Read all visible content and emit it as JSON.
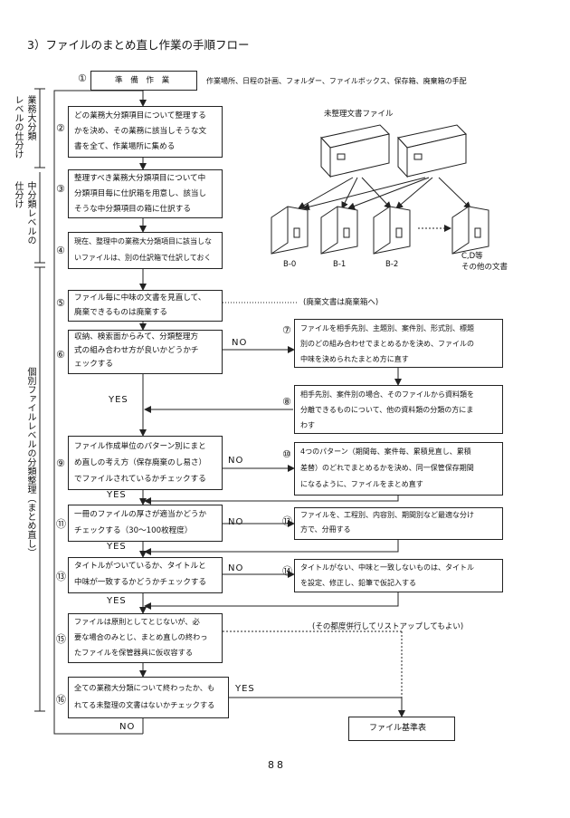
{
  "title": "3）ファイルのまとめ直し作業の手順フロー",
  "side_labels": {
    "major": [
      "業務大分類",
      "レベルの仕分け"
    ],
    "middle": [
      "中分類レベルの",
      "仕分け"
    ],
    "individual": "個別ファイルレベルの分類整理（まとめ直し）"
  },
  "steps": [
    {
      "num": "①",
      "lines": [
        "準　備　作　業"
      ],
      "note": "作業場所、日程の計画、フォルダー、ファイルボックス、保存箱、廃棄箱の手配"
    },
    {
      "num": "②",
      "lines": [
        "どの業務大分類項目について整理する",
        "かを決め、その業務に該当しそうな文",
        "書を全て、作業場所に集める"
      ]
    },
    {
      "num": "③",
      "lines": [
        "整理すべき業務大分類項目について中",
        "分類項目毎に仕訳箱を用意し、該当し",
        "そうな中分類項目の箱に仕訳する"
      ]
    },
    {
      "num": "④",
      "lines": [
        "現在、整理中の業務大分類項目に該当しな",
        "いファイルは、別の仕訳箱で仕訳しておく"
      ]
    },
    {
      "num": "⑤",
      "lines": [
        "ファイル毎に中味の文書を見直して、",
        "廃棄できるものは廃棄する"
      ],
      "note": "(廃棄文書は廃棄箱へ)"
    },
    {
      "num": "⑥",
      "lines": [
        "収納、検索面からみて、分類整理方",
        "式の組み合わせ方が良いかどうかチ",
        "ェックする"
      ]
    },
    {
      "num": "⑦",
      "lines": [
        "ファイルを相手先別、主題別、案件別、形式別、標題",
        "別のどの組み合わせでまとめるかを決め、ファイルの",
        "中味を決められたまとめ方に直す"
      ]
    },
    {
      "num": "⑧",
      "lines": [
        "相手先別、案件別の場合、そのファイルから資料類を",
        "分離できるものについて、他の資料類の分類の方にま",
        "わす"
      ]
    },
    {
      "num": "⑨",
      "lines": [
        "ファイル作成単位のパターン別にまと",
        "め直しの考え方（保存廃棄のし易さ）",
        "でファイルされているかチェックする"
      ]
    },
    {
      "num": "⑩",
      "lines": [
        "4つのパターン（期間毎、案件毎、累積見直し、累積",
        "差替）のどれでまとめるかを決め、同一保管保存期間",
        "になるように、ファイルをまとめ直す"
      ]
    },
    {
      "num": "⑪",
      "lines": [
        "一冊のファイルの厚さが適当かどうか",
        "チェックする（30～100枚程度）"
      ]
    },
    {
      "num": "⑫",
      "lines": [
        "ファイルを、工程別、内容別、期間別など最適な分け",
        "方で、分冊する"
      ]
    },
    {
      "num": "⑬",
      "lines": [
        "タイトルがついているか、タイトルと",
        "中味が一致するかどうかチェックする"
      ]
    },
    {
      "num": "⑭",
      "lines": [
        "タイトルがない、中味と一致しないものは、タイトル",
        "を設定、修正し、鉛筆で仮記入する"
      ]
    },
    {
      "num": "⑮",
      "lines": [
        "ファイルは原則としてとじないが、必",
        "要な場合のみとじ、まとめ直しの終わっ",
        "たファイルを保管器具に仮収容する"
      ],
      "note": "(その都度併行してリストアップしてもよい)"
    },
    {
      "num": "⑯",
      "lines": [
        "全ての業務大分類について終わったか、も",
        "れてる未整理の文書はないかチェックする"
      ]
    }
  ],
  "branches": {
    "no": "NO",
    "yes": "YES"
  },
  "illustration": {
    "caption": "未整理文書ファイル",
    "boxes": [
      "B-0",
      "B-1",
      "B-2"
    ],
    "other_box": [
      "C,D等",
      "その他の文書"
    ]
  },
  "output": "ファイル基準表",
  "page_number": "88"
}
